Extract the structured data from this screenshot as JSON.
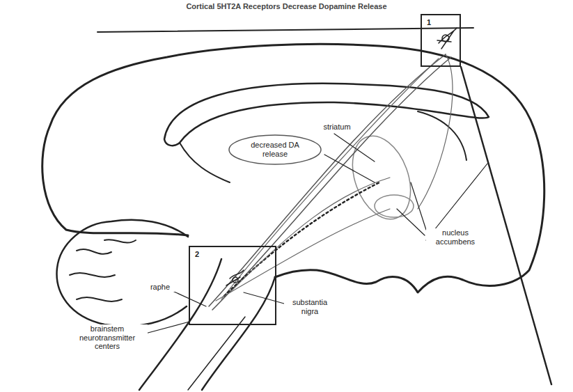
{
  "diagram": {
    "title": "Cortical 5HT2A Receptors Decrease Dopamine Release",
    "nodes": [
      {
        "text": [
          "1"
        ]
      },
      {
        "text": [
          "decreased DA release"
        ]
      },
      {
        "text": [
          "2"
        ]
      }
    ],
    "labels": [
      "striatum",
      "nucleus accumbens",
      "raphe",
      "substantia nigra",
      "brainstem neurotransmitter centers"
    ]
  }
}
